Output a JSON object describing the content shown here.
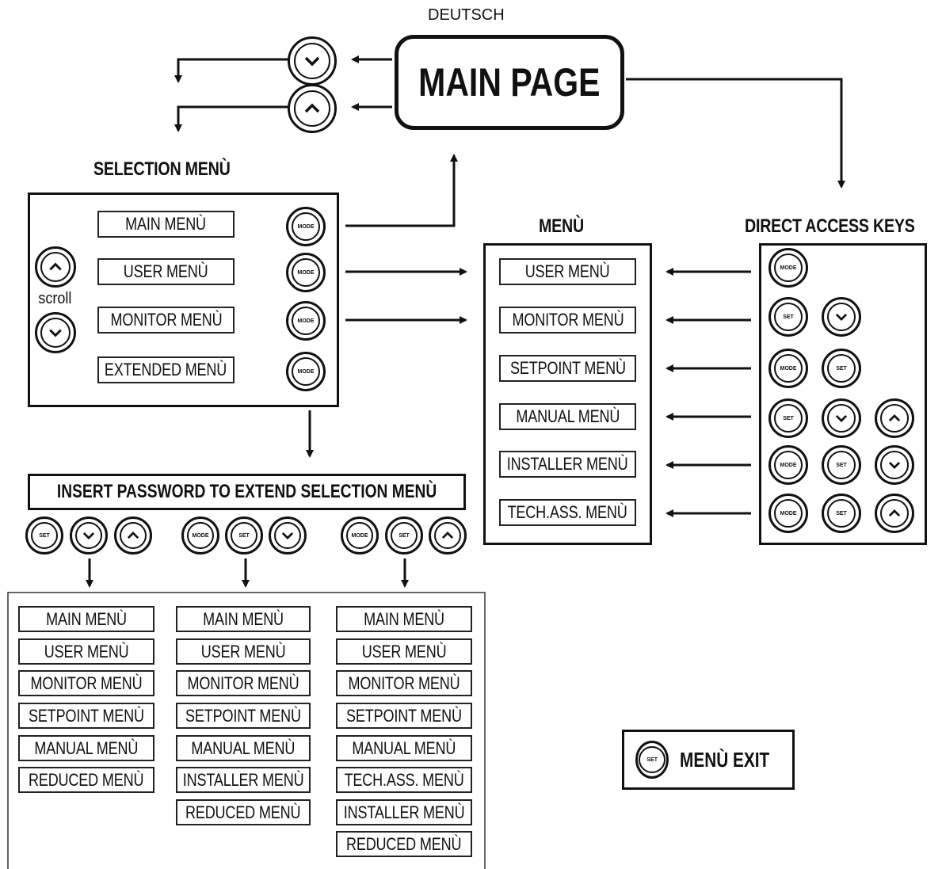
{
  "top_label": "DEUTSCH",
  "main_page": "MAIN PAGE",
  "selection_menu": {
    "heading": "SELECTION MENÙ",
    "items": [
      "MAIN MENÙ",
      "USER MENÙ",
      "MONITOR MENÙ",
      "EXTENDED MENÙ"
    ],
    "scroll_label": "scroll",
    "button_label": "MODE"
  },
  "menu": {
    "heading": "MENÙ",
    "items": [
      "USER MENÙ",
      "MONITOR MENÙ",
      "SETPOINT MENÙ",
      "MANUAL MENÙ",
      "INSTALLER MENÙ",
      "TECH.ASS. MENÙ"
    ]
  },
  "direct_access": {
    "heading": "DIRECT ACCESS KEYS",
    "mode": "MODE",
    "set": "SET"
  },
  "password_banner": "INSERT PASSWORD TO EXTEND SELECTION MENÙ",
  "columns": [
    [
      "MAIN MENÙ",
      "USER MENÙ",
      "MONITOR MENÙ",
      "SETPOINT MENÙ",
      "MANUAL MENÙ",
      "REDUCED MENÙ"
    ],
    [
      "MAIN MENÙ",
      "USER MENÙ",
      "MONITOR MENÙ",
      "SETPOINT MENÙ",
      "MANUAL MENÙ",
      "INSTALLER MENÙ",
      "REDUCED MENÙ"
    ],
    [
      "MAIN MENÙ",
      "USER MENÙ",
      "MONITOR MENÙ",
      "SETPOINT MENÙ",
      "MANUAL MENÙ",
      "TECH.ASS. MENÙ",
      "INSTALLER MENÙ",
      "REDUCED MENÙ"
    ]
  ],
  "menu_exit": {
    "label": "MENÙ EXIT",
    "button": "SET"
  }
}
